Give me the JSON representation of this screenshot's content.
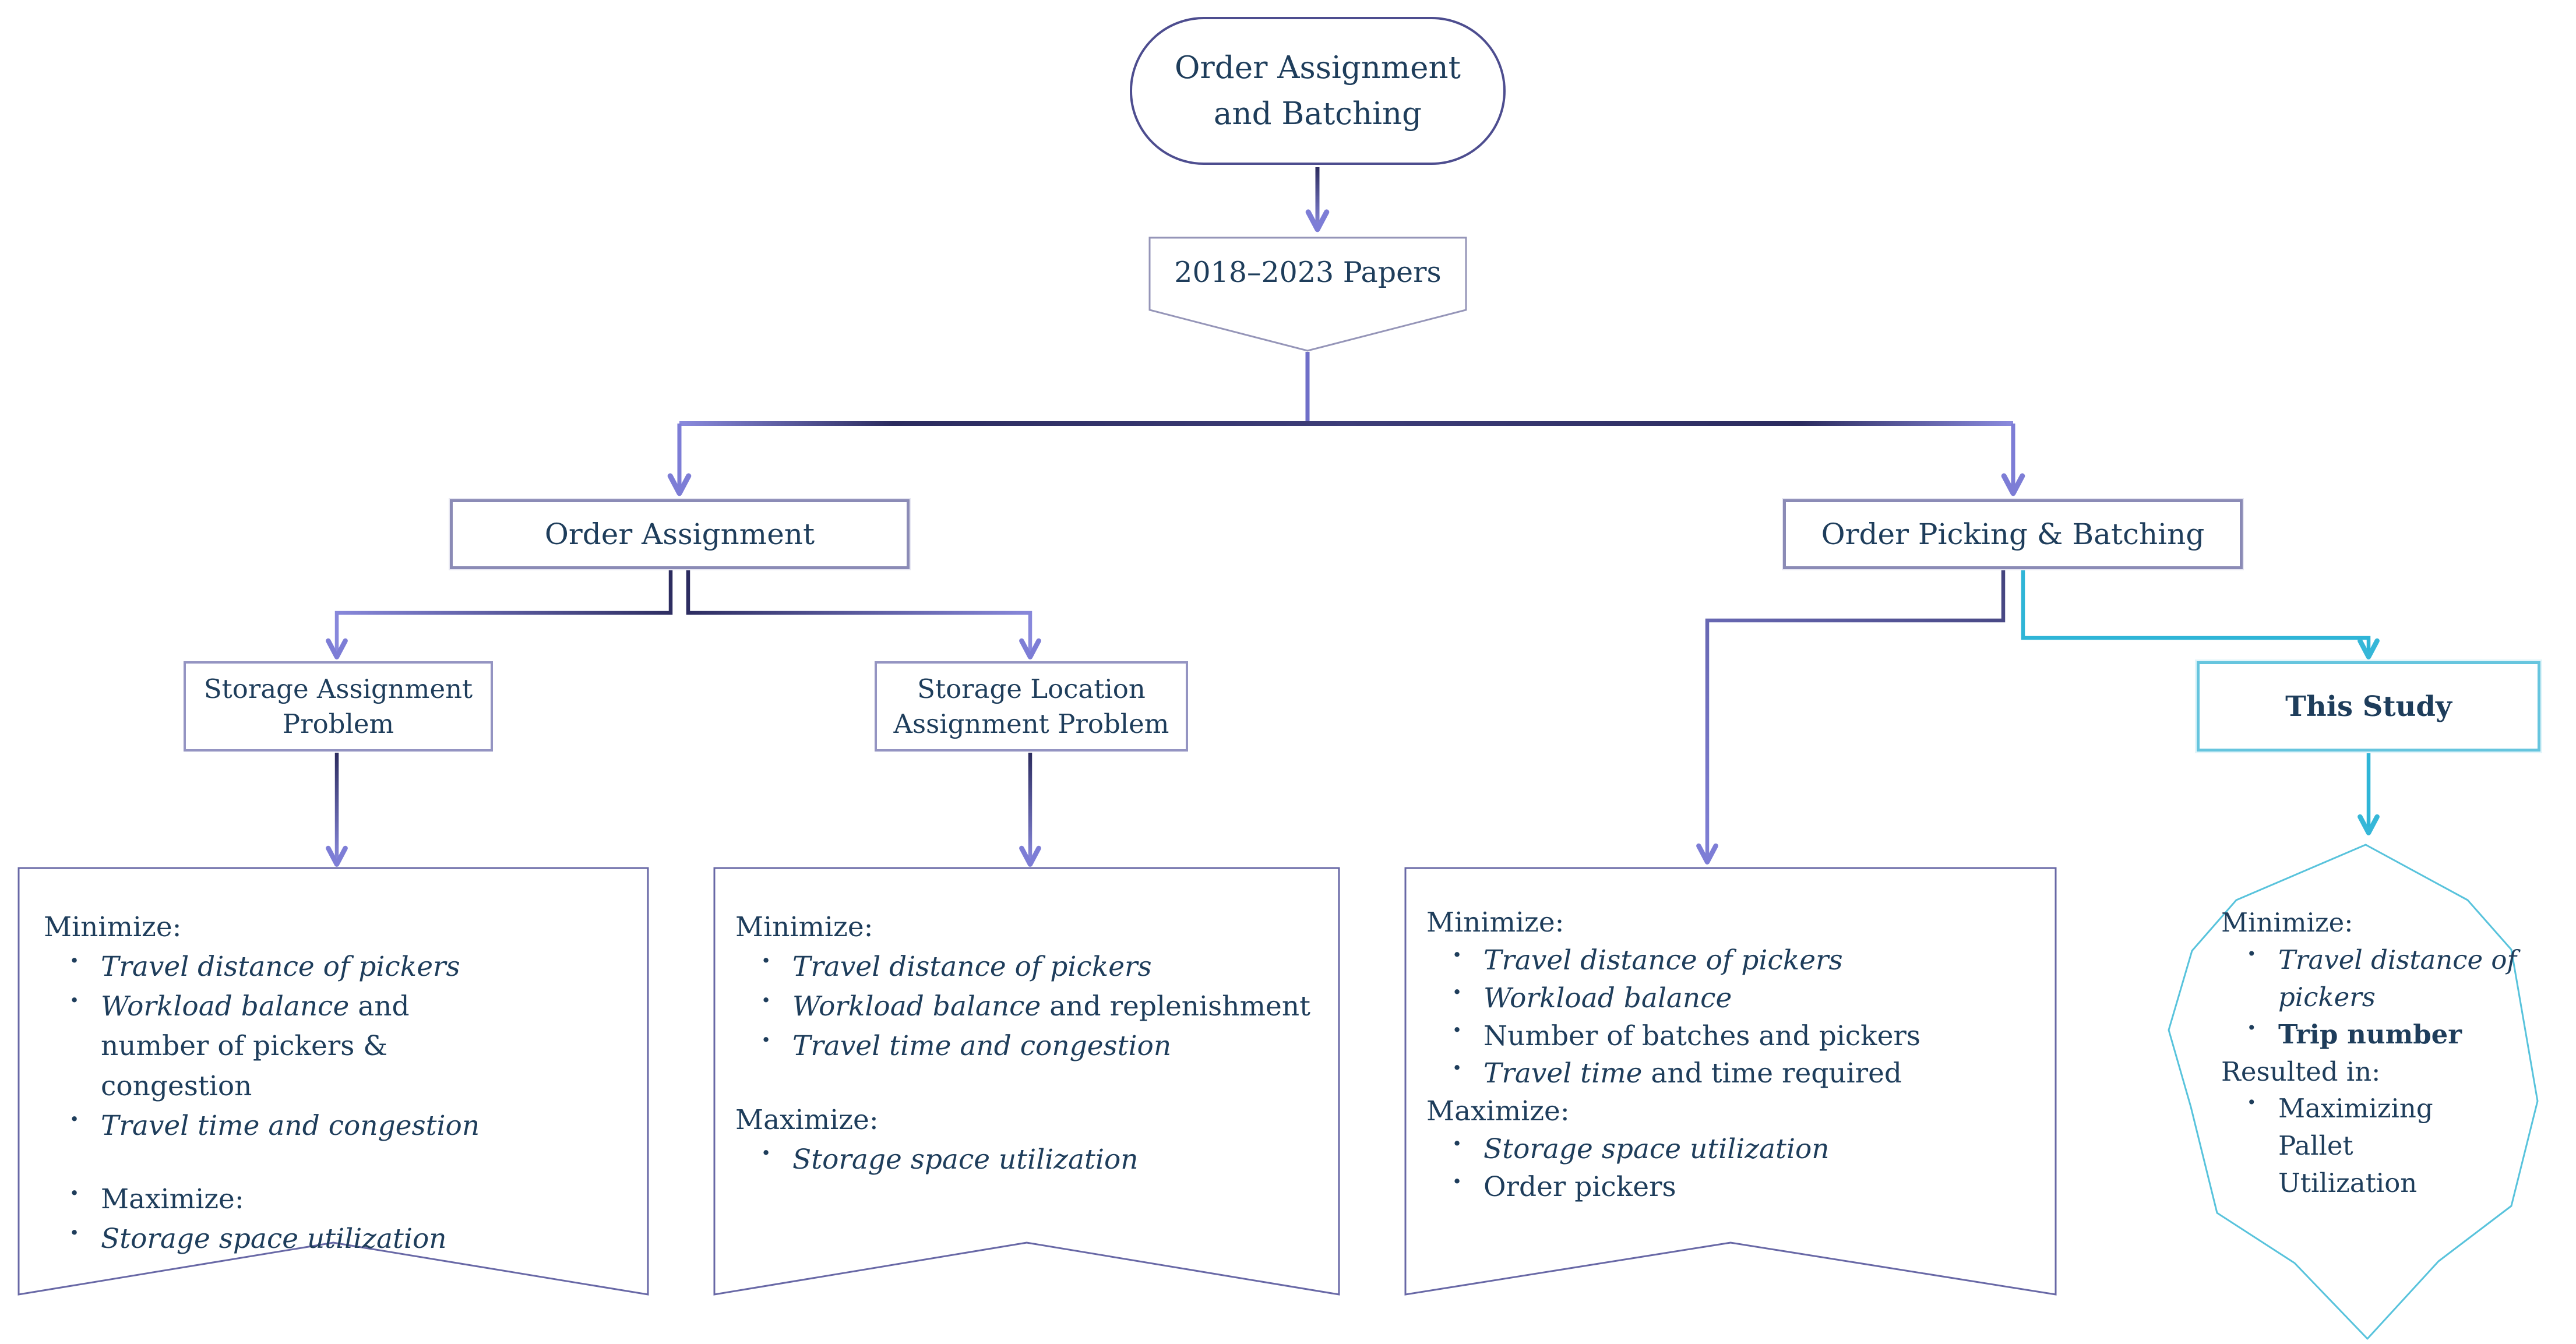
{
  "diagram": {
    "root": {
      "line1": "Order Assignment",
      "line2": "and Batching"
    },
    "papers": {
      "label": "2018–2023 Papers"
    },
    "order_assignment": {
      "label": "Order Assignment"
    },
    "order_picking": {
      "label": "Order Picking & Batching"
    },
    "storage_assignment": {
      "line1": "Storage Assignment",
      "line2": "Problem"
    },
    "storage_location": {
      "line1": "Storage Location",
      "line2": "Assignment Problem"
    },
    "this_study": {
      "label": "This Study"
    },
    "objectives_storage_assignment": {
      "minimize_title": "Minimize:",
      "minimize_items": [
        {
          "em": "Travel distance of pickers",
          "rest": ""
        },
        {
          "em": "Workload balance",
          "rest": " and number of pickers & congestion"
        },
        {
          "em": "Travel time and congestion",
          "rest": ""
        }
      ],
      "maximize_title": "Maximize:",
      "maximize_items": [
        {
          "em": "Storage space utilization",
          "rest": ""
        }
      ]
    },
    "objectives_storage_location": {
      "minimize_title": "Minimize:",
      "minimize_items": [
        {
          "em": "Travel distance of pickers",
          "rest": ""
        },
        {
          "em": "Workload balance",
          "rest": " and replenishment"
        },
        {
          "em": "Travel time and congestion",
          "rest": ""
        }
      ],
      "maximize_title": "Maximize:",
      "maximize_items": [
        {
          "em": "Storage space utilization",
          "rest": ""
        }
      ]
    },
    "objectives_order_picking": {
      "minimize_title": "Minimize:",
      "minimize_items": [
        {
          "em": "Travel distance of pickers",
          "rest": ""
        },
        {
          "em": "Workload balance",
          "rest": ""
        },
        {
          "em": "",
          "rest": "Number of batches and pickers"
        },
        {
          "em": "Travel time",
          "rest": " and time required"
        }
      ],
      "maximize_title": "Maximize:",
      "maximize_items": [
        {
          "em": "Storage space utilization",
          "rest": ""
        },
        {
          "em": "",
          "rest": "Order pickers"
        }
      ]
    },
    "objectives_this_study": {
      "minimize_title": "Minimize:",
      "minimize_items": [
        {
          "em": "Travel distance of pickers"
        },
        {
          "strong": "Trip number"
        }
      ],
      "result_title": "Resulted in:",
      "result_items": [
        {
          "text": "Maximizing Pallet Utilization"
        }
      ]
    },
    "colors": {
      "text": "#1e3d5b",
      "line_navy": "#2b2b5e",
      "line_purple": "#8a8ade",
      "cyan_line": "#2fb5d7",
      "cyan_border": "#66c5de",
      "box_border": "#8b8bb6",
      "banner_border": "#6868a6",
      "stadium_border": "#4d4d8f"
    }
  }
}
